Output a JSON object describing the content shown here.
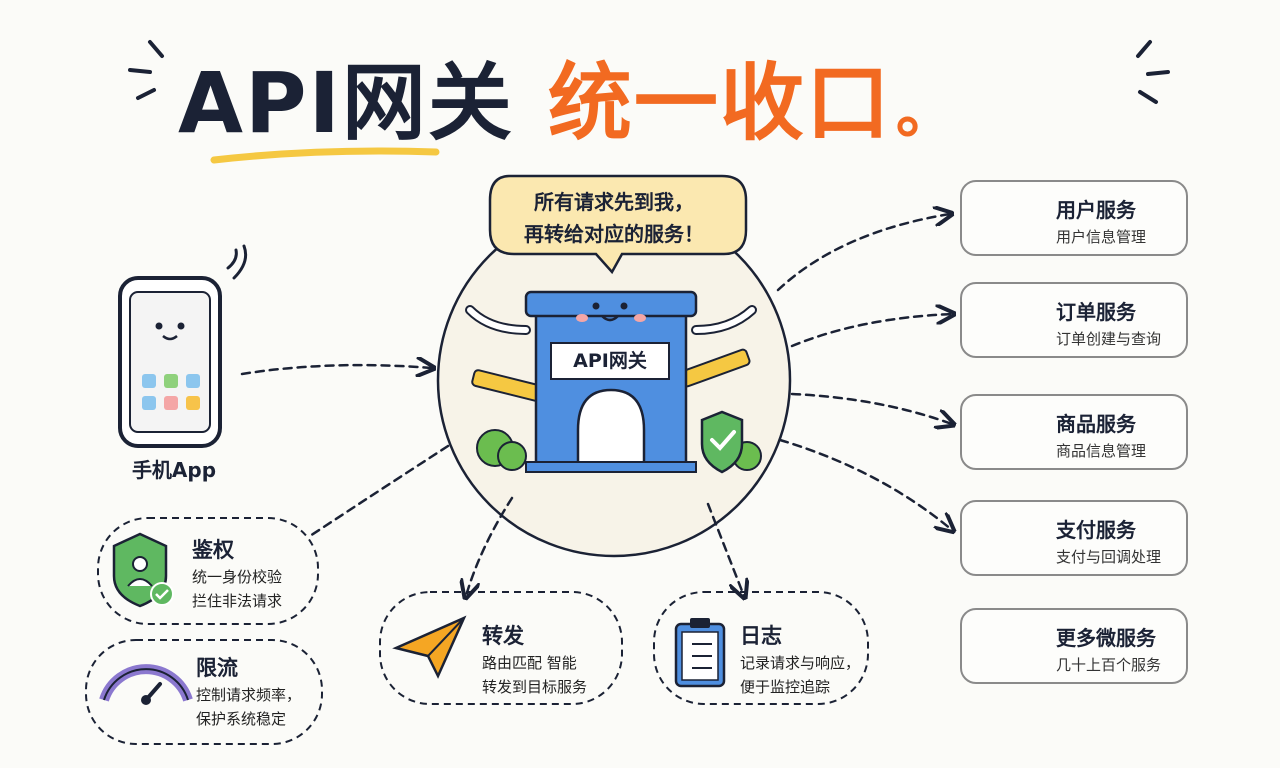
{
  "title": {
    "main": "API网关",
    "accent": "统一收口",
    "end_mark": "。"
  },
  "speech_bubble": {
    "line1": "所有请求先到我，",
    "line2": "再转给对应的服务！"
  },
  "gateway": {
    "label": "API网关",
    "icons": [
      "gate-mascot-icon",
      "barrier-icon",
      "shield-check-icon",
      "bush-icon"
    ]
  },
  "client": {
    "label": "手机App",
    "icon": "smartphone-icon"
  },
  "services": [
    {
      "name": "用户服务",
      "desc": "用户信息管理",
      "icon": "cloud-icon",
      "color": "#8fd17c"
    },
    {
      "name": "订单服务",
      "desc": "订单创建与查询",
      "icon": "shopping-bag-icon",
      "color": "#8cc6ee"
    },
    {
      "name": "商品服务",
      "desc": "商品信息管理",
      "icon": "box-icon",
      "color": "#f7c34a"
    },
    {
      "name": "支付服务",
      "desc": "支付与回调处理",
      "icon": "database-icon",
      "color": "#a88ee0"
    },
    {
      "name": "更多微服务",
      "desc": "几十上百个服务",
      "icon": "chat-bubble-icon",
      "color": "#f7b7c4"
    }
  ],
  "features": [
    {
      "name": "鉴权",
      "line1": "统一身份校验",
      "line2": "拦住非法请求",
      "icon": "shield-user-icon"
    },
    {
      "name": "限流",
      "line1": "控制请求频率，",
      "line2": "保护系统稳定",
      "icon": "speedometer-icon"
    },
    {
      "name": "转发",
      "line1": "路由匹配  智能",
      "line2": "转发到目标服务",
      "icon": "paper-plane-icon"
    },
    {
      "name": "日志",
      "line1": "记录请求与响应，",
      "line2": "便于监控追踪",
      "icon": "clipboard-icon"
    }
  ],
  "colors": {
    "ink": "#1b2235",
    "accent": "#f26a21",
    "gate_blue": "#4f8fe0",
    "highlight": "#f5c842"
  }
}
